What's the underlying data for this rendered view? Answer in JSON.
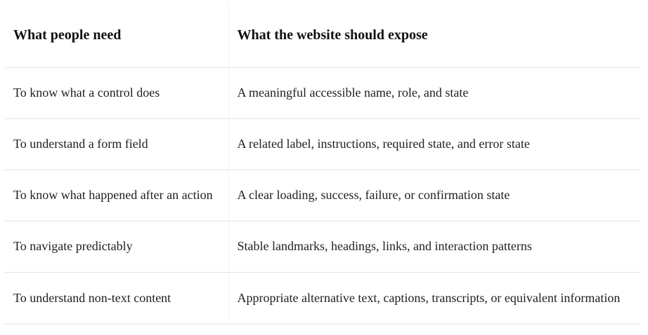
{
  "table": {
    "headers": [
      "What people need",
      "What the website should expose"
    ],
    "rows": [
      [
        "To know what a control does",
        "A meaningful accessible name, role, and state"
      ],
      [
        "To understand a form field",
        "A related label, instructions, required state, and error state"
      ],
      [
        "To know what happened after an action",
        "A clear loading, success, failure, or confirmation state"
      ],
      [
        "To navigate predictably",
        "Stable landmarks, headings, links, and interaction patterns"
      ],
      [
        "To understand non-text content",
        "Appropriate alternative text, captions, transcripts, or equivalent information"
      ]
    ]
  }
}
